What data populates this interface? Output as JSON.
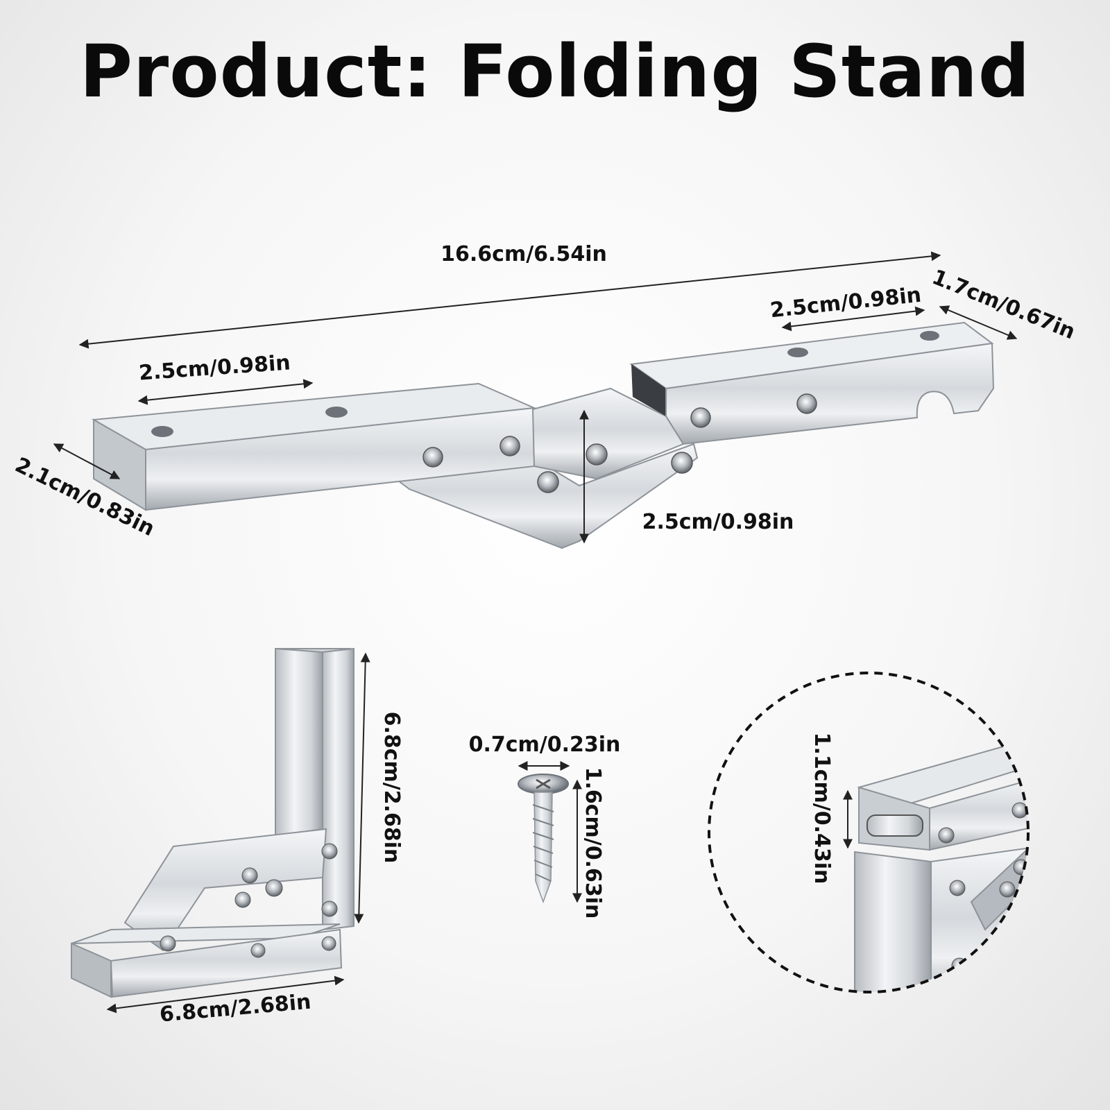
{
  "title": "Product: Folding Stand",
  "dimensions": {
    "overall_length": "16.6cm/6.54in",
    "left_hole_spacing": "2.5cm/0.98in",
    "right_hole_spacing": "2.5cm/0.98in",
    "right_end_width": "1.7cm/0.67in",
    "left_end_width": "2.1cm/0.83in",
    "joint_drop": "2.5cm/0.98in",
    "folded_height": "6.8cm/2.68in",
    "folded_length": "6.8cm/2.68in",
    "screw_head": "0.7cm/0.23in",
    "screw_length": "1.6cm/0.63in",
    "detail_gap": "1.1cm/0.43in"
  },
  "colors": {
    "metal_light": "#f2f4f6",
    "metal_mid": "#c9ced3",
    "metal_dark": "#8e949a"
  }
}
